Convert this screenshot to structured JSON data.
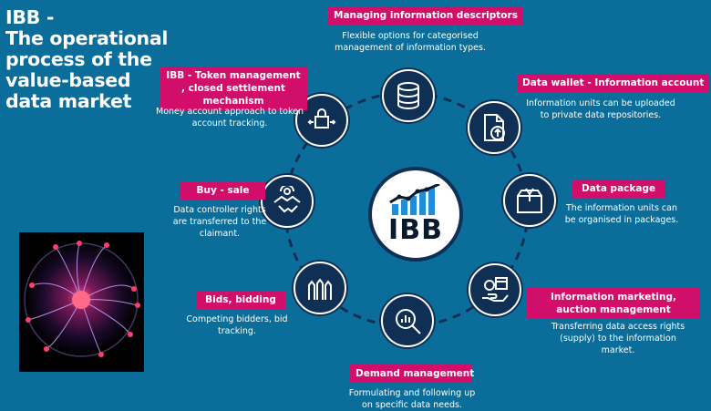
{
  "title": [
    "IBB -",
    "The operational",
    "process of the",
    "value-based",
    "data market"
  ],
  "center_logo": {
    "text": "IBB"
  },
  "steps": [
    {
      "id": "info",
      "label": "Managing information descriptors",
      "desc": "Flexible options for categorised management of information types.",
      "icon": "database-icon"
    },
    {
      "id": "wallet",
      "label": "Data wallet - Information account",
      "desc": "Information units can be uploaded to private data repositories.",
      "icon": "file-upload-icon"
    },
    {
      "id": "package",
      "label": "Data package",
      "desc": "The information units can be organised in packages.",
      "icon": "box-icon"
    },
    {
      "id": "marketing",
      "label": "Information marketing, auction management",
      "desc": "Transferring data access rights (supply) to the information market.",
      "icon": "hand-money-icon"
    },
    {
      "id": "demand",
      "label": "Demand management",
      "desc": "Formulating and following up on specific data needs.",
      "icon": "analytics-search-icon"
    },
    {
      "id": "bids",
      "label": "Bids, bidding",
      "desc": "Competing bidders, bid tracking.",
      "icon": "raised-hands-icon"
    },
    {
      "id": "buysale",
      "label": "Buy - sale",
      "desc": "Data controller rights are transferred to the claimant.",
      "icon": "handshake-icon"
    },
    {
      "id": "token",
      "label": "IBB - Token management , closed settlement mechanism",
      "desc": "Money account approach to token account tracking.",
      "icon": "lock-exchange-icon"
    }
  ],
  "colors": {
    "background": "#0b6e9a",
    "label_bg": "#d10f6b",
    "node_bg": "#0f2f55"
  }
}
